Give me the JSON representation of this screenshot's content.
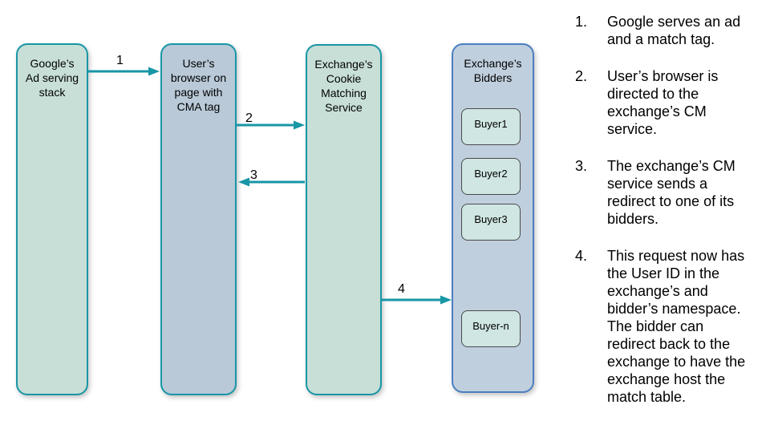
{
  "diagram": {
    "nodes": [
      {
        "id": "google-ad-serving-stack",
        "label": "Google’s\nAd serving\nstack"
      },
      {
        "id": "users-browser",
        "label": "User’s\nbrowser on\npage with\nCMA tag"
      },
      {
        "id": "exchange-cookie-matching-service",
        "label": "Exchange’s\nCookie\nMatching\nService"
      },
      {
        "id": "exchange-bidders",
        "label": "Exchange’s\nBidders"
      }
    ],
    "bidders": [
      "Buyer1",
      "Buyer2",
      "Buyer3",
      "Buyer-n"
    ],
    "arrows": [
      {
        "label": "1"
      },
      {
        "label": "2"
      },
      {
        "label": "3"
      },
      {
        "label": "4"
      }
    ],
    "colors": {
      "arrow_teal": "#1896a6",
      "green_node_fill": "#c8dfd7",
      "browser_node_fill": "#b9c9d8",
      "bidders_node_fill": "#c0cfde",
      "bidders_node_border": "#4a7fc1",
      "buyer_chip_fill": "#cfe6e2"
    }
  },
  "steps": [
    {
      "num": "1.",
      "text": "Google serves an ad\nand a match tag."
    },
    {
      "num": "2.",
      "text": "User’s browser is\ndirected to the\nexchange’s CM\nservice."
    },
    {
      "num": "3.",
      "text": "The exchange’s CM\nservice sends a\nredirect to one of its\nbidders."
    },
    {
      "num": "4.",
      "text": "This request now has\nthe User ID in the\nexchange’s and\nbidder’s namespace.\nThe bidder can\nredirect back to the\nexchange to have the\nexchange host the\nmatch table."
    }
  ]
}
